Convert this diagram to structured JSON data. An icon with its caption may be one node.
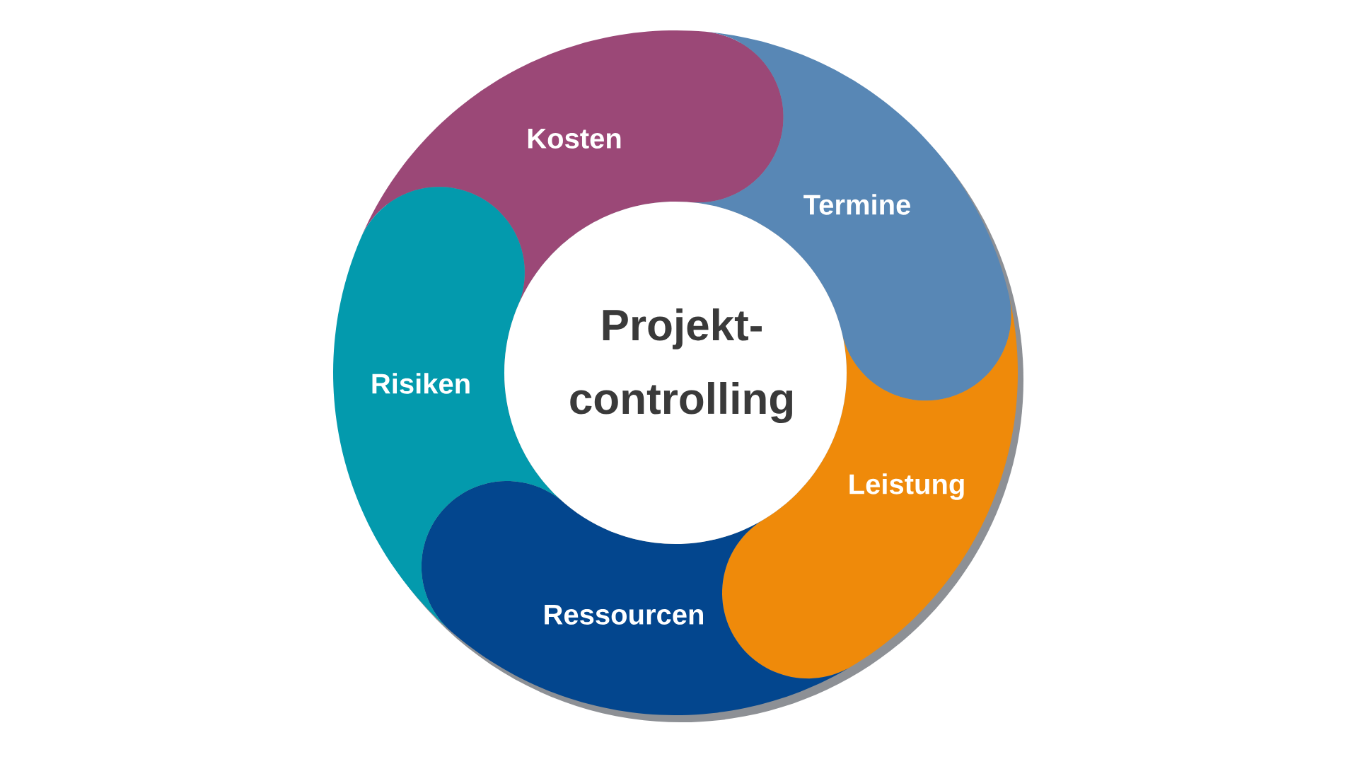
{
  "diagram": {
    "nodes": [
      {
        "text": [
          "Projekt- controlling"
        ]
      },
      {
        "text": [
          "Kosten"
        ]
      },
      {
        "text": [
          "Termine"
        ]
      },
      {
        "text": [
          "Leistung"
        ]
      },
      {
        "text": [
          "Ressourcen"
        ]
      },
      {
        "text": [
          "Risiken"
        ]
      }
    ]
  }
}
